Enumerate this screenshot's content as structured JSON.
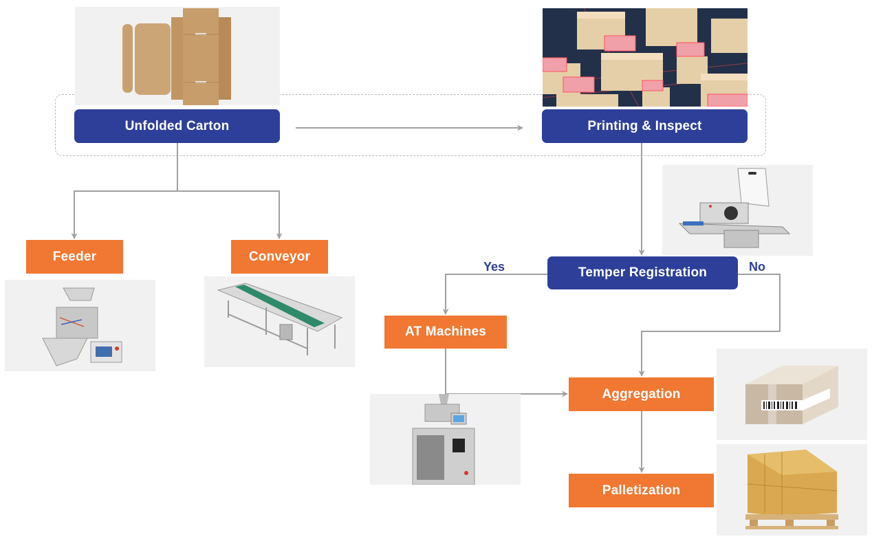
{
  "diagram": {
    "title": "Carton serialization & aggregation process flow",
    "nodes": {
      "unfolded_carton": "Unfolded Carton",
      "printing_inspect": "Printing & Inspect",
      "feeder": "Feeder",
      "conveyor": "Conveyor",
      "temper_registration": "Temper Registration",
      "at_machines": "AT Machines",
      "aggregation": "Aggregation",
      "palletization": "Palletization"
    },
    "branch_labels": {
      "yes": "Yes",
      "no": "No"
    },
    "edges": [
      {
        "from": "Unfolded Carton",
        "to": "Printing & Inspect"
      },
      {
        "from": "Unfolded Carton",
        "to": "Feeder"
      },
      {
        "from": "Unfolded Carton",
        "to": "Conveyor"
      },
      {
        "from": "Printing & Inspect",
        "to": "Temper Registration"
      },
      {
        "from": "Temper Registration",
        "to": "AT Machines",
        "label": "Yes"
      },
      {
        "from": "Temper Registration",
        "to": "Aggregation",
        "label": "No"
      },
      {
        "from": "AT Machines",
        "to": "Aggregation"
      },
      {
        "from": "Aggregation",
        "to": "Palletization"
      }
    ],
    "images": {
      "unfolded_carton": "unfolded-carton-photo",
      "printing_inspect": "barcode-scanning-boxes-photo",
      "feeder": "feeder-machine-photo",
      "conveyor": "conveyor-belt-photo",
      "temper_registration": "tamper-labeling-machine-photo",
      "at_machines": "vertical-packaging-machine-photo",
      "aggregation": "barcoded-case-photo",
      "palletization": "pallet-of-cartons-photo"
    },
    "colors": {
      "primary_blue": "#2e3f99",
      "accent_orange": "#f07832",
      "connector_gray": "#a0a0a0",
      "image_bg": "#f1f1f1"
    }
  }
}
